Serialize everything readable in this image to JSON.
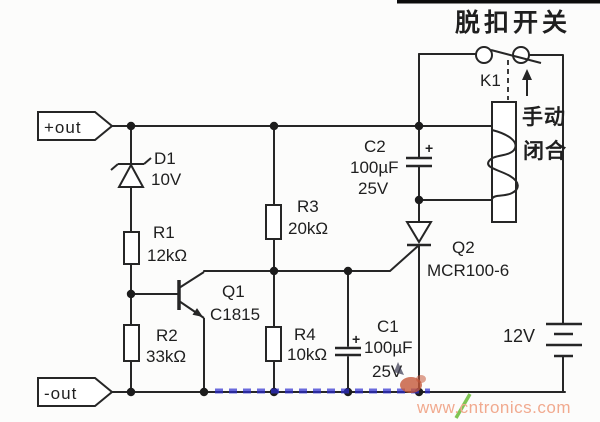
{
  "schematic": {
    "title": "脱扣开关",
    "terminals": {
      "pos": "+out",
      "neg": "-out"
    },
    "relay": {
      "ref": "K1",
      "manual_close_1": "手动",
      "manual_close_2": "闭合"
    },
    "battery": {
      "value": "12V"
    },
    "components": {
      "d1": {
        "ref": "D1",
        "value": "10V"
      },
      "r1": {
        "ref": "R1",
        "value": "12kΩ"
      },
      "r2": {
        "ref": "R2",
        "value": "33kΩ"
      },
      "r3": {
        "ref": "R3",
        "value": "20kΩ"
      },
      "r4": {
        "ref": "R4",
        "value": "10kΩ"
      },
      "q1": {
        "ref": "Q1",
        "value": "C1815"
      },
      "q2": {
        "ref": "Q2",
        "value": "MCR100-6"
      },
      "c1": {
        "ref": "C1",
        "value": "100µF",
        "voltage": "25V",
        "polarity": "+"
      },
      "c2": {
        "ref": "C2",
        "value": "100µF",
        "voltage": "25V",
        "polarity": "+"
      }
    },
    "watermark_url": "www.cntronics.com",
    "colors": {
      "line": "#262626",
      "watermark_orange": "#f1aa8f",
      "watermark_blue": "#2d2dcf",
      "watermark_green": "#72c043",
      "watermark_red": "#c4573a"
    }
  }
}
